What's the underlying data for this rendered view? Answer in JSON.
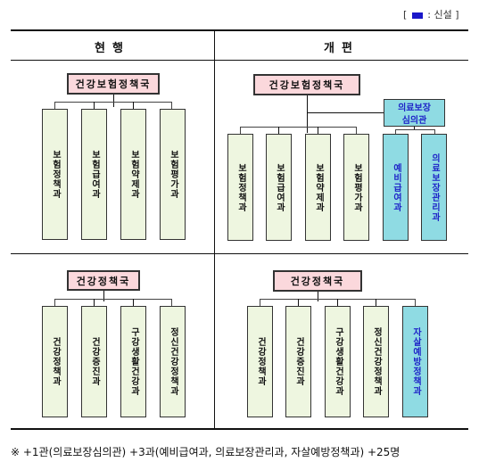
{
  "legend": {
    "open": "[",
    "swatch_color": "#1a17c9",
    "text": ": 신설",
    "close": "]"
  },
  "columns": {
    "current": "현행",
    "reform": "개편"
  },
  "current": {
    "bureau1": {
      "name": "건강보험정책국",
      "divisions": [
        "보험정책과",
        "보험급여과",
        "보험약제과",
        "보험평가과"
      ]
    },
    "bureau2": {
      "name": "건강정책국",
      "divisions": [
        "건강정책과",
        "건강증진과",
        "구강생활건강과",
        "정신건강정책과"
      ]
    }
  },
  "reform": {
    "bureau1": {
      "name": "건강보험정책국",
      "officer": {
        "line1": "의료보장",
        "line2": "심의관"
      },
      "divisions": [
        "보험정책과",
        "보험급여과",
        "보험약제과",
        "보험평가과"
      ],
      "new_divisions": [
        "예비급여과",
        "의료보장관리과"
      ]
    },
    "bureau2": {
      "name": "건강정책국",
      "divisions": [
        "건강정책과",
        "건강증진과",
        "구강생활건강과",
        "정신건강정책과"
      ],
      "new_divisions": [
        "자살예방정책과"
      ]
    }
  },
  "footnote": "※  +1관(의료보장심의관) +3과(예비급여과, 의료보장관리과, 자살예방정책과) +25명",
  "colors": {
    "bureau_fill": "#fbd8dc",
    "division_fill": "#eef6e0",
    "new_fill": "#8fdbe3",
    "new_text": "#1f24c8"
  }
}
